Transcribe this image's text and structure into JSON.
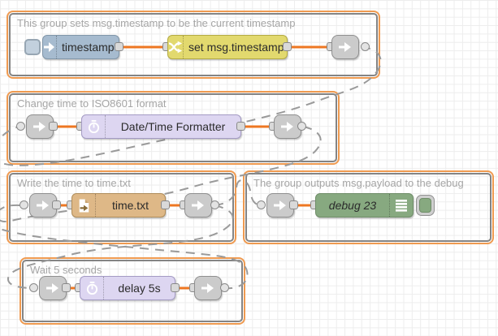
{
  "app": {
    "name": "Node-RED flow editor workspace"
  },
  "colors": {
    "group_highlight_border": "#ef9a50",
    "group_border": "#848484",
    "group_label_text": "#a6a6a6",
    "wire": "#ee7722",
    "link_wire": "#999999",
    "grid_line": "#ededed",
    "node_inject": "#a6bbcf",
    "node_change": "#e2d96e",
    "node_delay": "#ddd6f1",
    "node_file": "#deb887",
    "node_debug": "#87a980",
    "link_node": "#cbcbcb"
  },
  "groups": [
    {
      "label": "This group sets msg.timestamp to be the current timestamp",
      "nodes": [
        {
          "type": "inject",
          "label": "timestamp",
          "icon": "arrow-right-icon",
          "has_button": true
        },
        {
          "type": "change",
          "label": "set msg.timestamp",
          "icon": "shuffle-icon"
        },
        {
          "type": "link-out",
          "icon": "link-arrow-icon"
        }
      ]
    },
    {
      "label": "Change time to ISO8601 format",
      "nodes": [
        {
          "type": "link-in",
          "icon": "link-arrow-icon"
        },
        {
          "type": "moment",
          "label": "Date/Time Formatter",
          "icon": "timer-icon"
        },
        {
          "type": "link-out",
          "icon": "link-arrow-icon"
        }
      ]
    },
    {
      "label": "Write the time to time.txt",
      "nodes": [
        {
          "type": "link-in",
          "icon": "link-arrow-icon"
        },
        {
          "type": "file",
          "label": "time.txt",
          "icon": "file-icon"
        },
        {
          "type": "link-out",
          "icon": "link-arrow-icon"
        }
      ]
    },
    {
      "label": "The group outputs msg.payload to the debug",
      "nodes": [
        {
          "type": "link-in",
          "icon": "link-arrow-icon"
        },
        {
          "type": "debug",
          "label": "debug 23",
          "icon": "debug-list-icon",
          "has_toggle": true,
          "toggle_state": "enabled"
        }
      ]
    },
    {
      "label": "Wait 5 seconds",
      "nodes": [
        {
          "type": "link-in",
          "icon": "link-arrow-icon"
        },
        {
          "type": "delay",
          "label": "delay 5s",
          "icon": "timer-icon"
        },
        {
          "type": "link-out",
          "icon": "link-arrow-icon"
        }
      ]
    }
  ]
}
